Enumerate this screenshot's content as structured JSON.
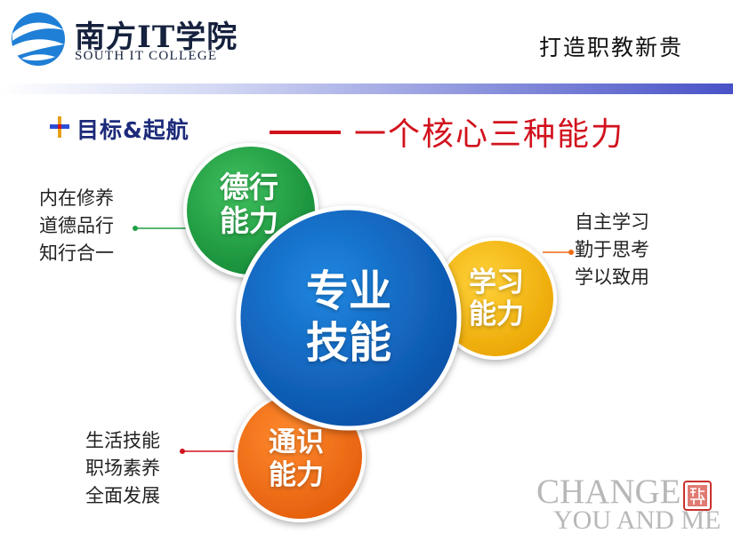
{
  "header": {
    "school_name_cn": "南方IT学院",
    "school_name_en": "SOUTH IT COLLEGE",
    "slogan": "打造职教新贵"
  },
  "section": {
    "title": "目标&起航",
    "headline": "一个核心三种能力"
  },
  "diagram": {
    "center": {
      "label_line1": "专业",
      "label_line2": "技能"
    },
    "moral": {
      "label_line1": "德行",
      "label_line2": "能力",
      "items": [
        "内在修养",
        "道德品行",
        "知行合一"
      ]
    },
    "study": {
      "label_line1": "学习",
      "label_line2": "能力",
      "items": [
        "自主学习",
        "勤于思考",
        "学以致用"
      ]
    },
    "general": {
      "label_line1": "通识",
      "label_line2": "能力",
      "items": [
        "生活技能",
        "职场素养",
        "全面发展"
      ]
    }
  },
  "watermark": {
    "line1": "CHANGE",
    "line2": "YOU AND ME",
    "seal_icon": "red-seal-icon"
  },
  "colors": {
    "center": "#1565c0",
    "moral": "#1fa045",
    "study": "#f6b712",
    "general": "#ee6a15",
    "accent_red": "#d1121d",
    "title_blue": "#1c2a7a"
  }
}
